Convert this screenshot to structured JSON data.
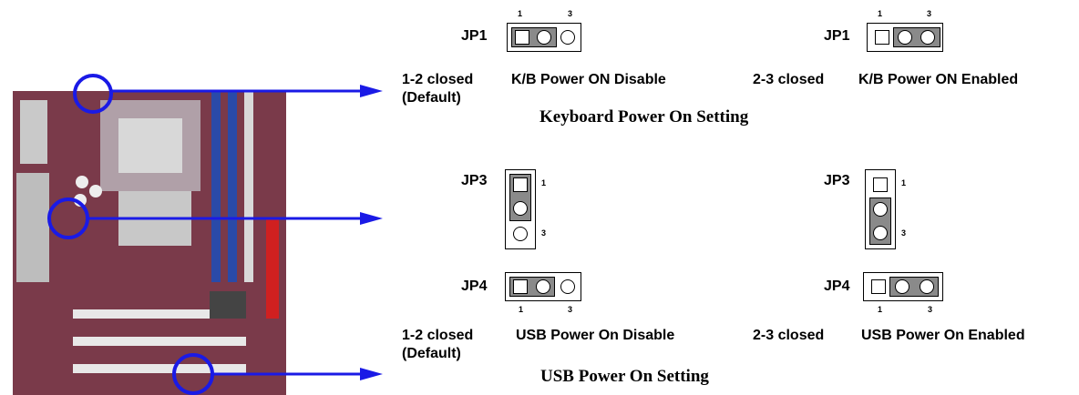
{
  "colors": {
    "arrow": "#1a1ae6",
    "jumper_cap": "#8a8a8a",
    "board": "#7a3a4a"
  },
  "keyboard": {
    "jp_left_label": "JP1",
    "jp_right_label": "JP1",
    "pin_first": "1",
    "pin_last": "3",
    "left_state": "1-2 closed",
    "left_desc": "K/B Power ON Disable",
    "left_default": "(Default)",
    "right_state": "2-3 closed",
    "right_desc": "K/B Power ON Enabled",
    "caption": "Keyboard Power On Setting"
  },
  "usb": {
    "jp3_label": "JP3",
    "jp4_label": "JP4",
    "pin_first": "1",
    "pin_last": "3",
    "left_state": "1-2 closed",
    "left_desc": "USB Power On Disable",
    "left_default": "(Default)",
    "right_state": "2-3 closed",
    "right_desc": "USB Power On Enabled",
    "caption": "USB Power On Setting"
  }
}
